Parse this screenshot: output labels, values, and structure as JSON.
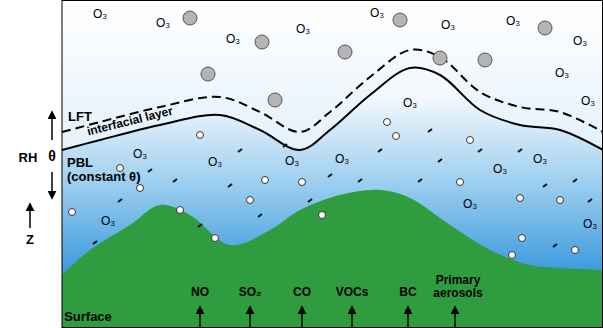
{
  "diagram": {
    "labels": [
      "LFT",
      "interfacial layer",
      "PBL (constant θ)",
      "RH",
      "θ",
      "Z",
      "Surface",
      "NO",
      "SO₂",
      "CO",
      "VOCs",
      "BC",
      "Primary aerosols",
      "O₃",
      "O₃",
      "O₃",
      "O₃",
      "O₃",
      "O₃",
      "O₃",
      "O₃",
      "O₃",
      "O₃",
      "O₃",
      "O₃",
      "O₃",
      "O₃",
      "O₃",
      "O₃",
      "O₃",
      "O₃",
      "O₃",
      "O₃"
    ]
  }
}
